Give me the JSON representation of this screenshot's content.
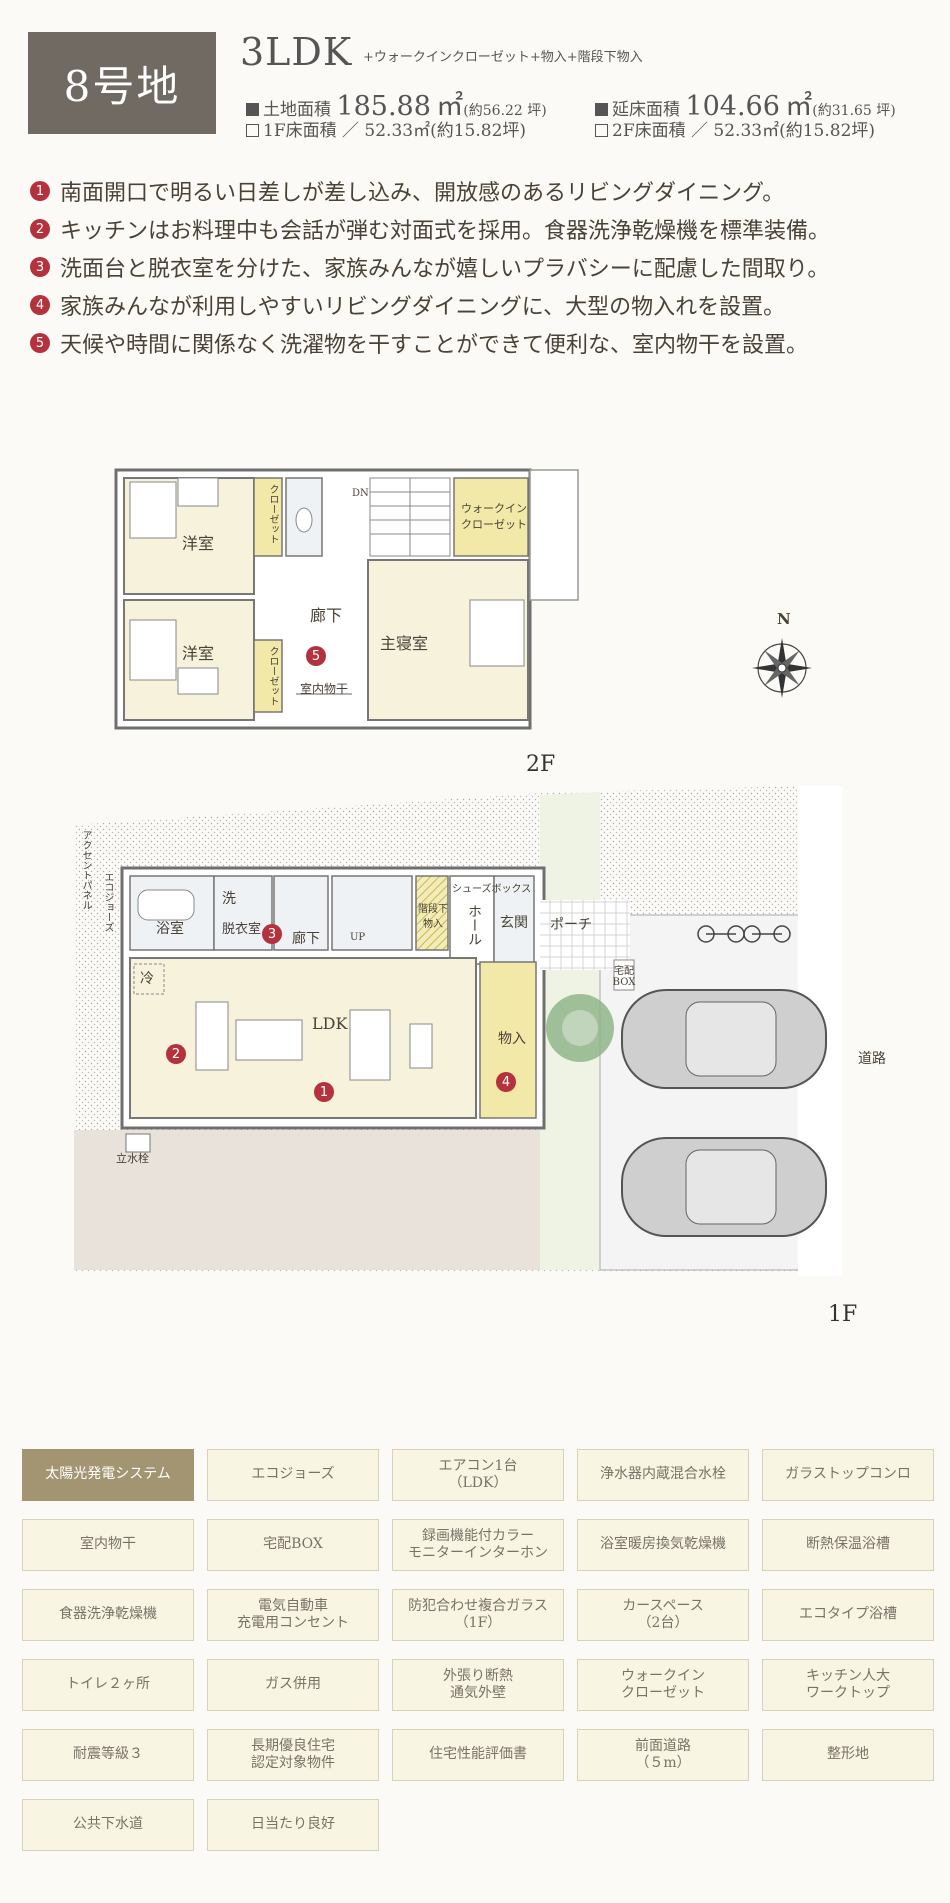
{
  "header": {
    "lot": "8号地",
    "plan_type": "3LDK",
    "plan_extra": "+ウォークインクローゼット+物入+階段下物入",
    "land_area_label": "土地面積",
    "land_area_value": "185.88",
    "land_area_unit": "㎡",
    "land_area_tsubo": "(約56.22 坪)",
    "floor_total_label": "延床面積",
    "floor_total_value": "104.66",
    "floor_total_unit": "㎡",
    "floor_total_tsubo": "(約31.65 坪)",
    "floor1_text": "1F床面積 ／ 52.33㎡(約15.82坪)",
    "floor2_text": "2F床面積 ／ 52.33㎡(約15.82坪)"
  },
  "points": [
    {
      "num": "1",
      "text": "南面開口で明るい日差しが差し込み、開放感のあるリビングダイニング。"
    },
    {
      "num": "2",
      "text": "キッチンはお料理中も会話が弾む対面式を採用。食器洗浄乾燥機を標準装備。"
    },
    {
      "num": "3",
      "text": "洗面台と脱衣室を分けた、家族みんなが嬉しいプラバシーに配慮した間取り。"
    },
    {
      "num": "4",
      "text": "家族みんなが利用しやすいリビングダイニングに、大型の物入れを設置。"
    },
    {
      "num": "5",
      "text": "天候や時間に関係なく洗濯物を干すことができて便利な、室内物干を設置。"
    }
  ],
  "plan2f": {
    "floor_label": "2F",
    "rooms": {
      "western1": "洋室",
      "western2": "洋室",
      "closet1": "クローゼット",
      "closet2": "クローゼット",
      "walkin": "ウォークイン\nクローゼット",
      "hall": "廊下",
      "master": "主寝室",
      "drying": "室内物干",
      "dn": "DN"
    },
    "compass": "N",
    "marker": "5"
  },
  "plan1f": {
    "floor_label": "1F",
    "labels": {
      "accent": "アクセントパネル",
      "ecojozu": "エコジョーズ",
      "bath": "浴室",
      "wash": "洗",
      "dressing": "脱衣室",
      "hall": "廊下",
      "up": "UP",
      "understairs": "階段下\n物入",
      "shoebox": "シューズボックス",
      "hall2": "ホール",
      "entrance": "玄関",
      "porch": "ポーチ",
      "delivery": "宅配\nBOX",
      "fridge": "冷",
      "ldk": "LDK",
      "storage": "物入",
      "faucet": "立水栓",
      "road": "道路"
    },
    "markers": [
      "1",
      "2",
      "3",
      "4"
    ]
  },
  "features": [
    {
      "label": "太陽光発電システム",
      "active": true
    },
    {
      "label": "エコジョーズ",
      "active": false
    },
    {
      "label": "エアコン1台\n（LDK）",
      "active": false
    },
    {
      "label": "浄水器内蔵混合水栓",
      "active": false
    },
    {
      "label": "ガラストップコンロ",
      "active": false
    },
    {
      "label": "室内物干",
      "active": false
    },
    {
      "label": "宅配BOX",
      "active": false
    },
    {
      "label": "録画機能付カラー\nモニターインターホン",
      "active": false
    },
    {
      "label": "浴室暖房換気乾燥機",
      "active": false
    },
    {
      "label": "断熱保温浴槽",
      "active": false
    },
    {
      "label": "食器洗浄乾燥機",
      "active": false
    },
    {
      "label": "電気自動車\n充電用コンセント",
      "active": false
    },
    {
      "label": "防犯合わせ複合ガラス\n（1F）",
      "active": false
    },
    {
      "label": "カースペース\n（2台）",
      "active": false
    },
    {
      "label": "エコタイプ浴槽",
      "active": false
    },
    {
      "label": "トイレ２ヶ所",
      "active": false
    },
    {
      "label": "ガス併用",
      "active": false
    },
    {
      "label": "外張り断熱\n通気外壁",
      "active": false
    },
    {
      "label": "ウォークイン\nクローゼット",
      "active": false
    },
    {
      "label": "キッチン人大\nワークトップ",
      "active": false
    },
    {
      "label": "耐震等級３",
      "active": false
    },
    {
      "label": "長期優良住宅\n認定対象物件",
      "active": false
    },
    {
      "label": "住宅性能評価書",
      "active": false
    },
    {
      "label": "前面道路\n（５m）",
      "active": false
    },
    {
      "label": "整形地",
      "active": false
    },
    {
      "label": "公共下水道",
      "active": false
    },
    {
      "label": "日当たり良好",
      "active": false
    }
  ]
}
